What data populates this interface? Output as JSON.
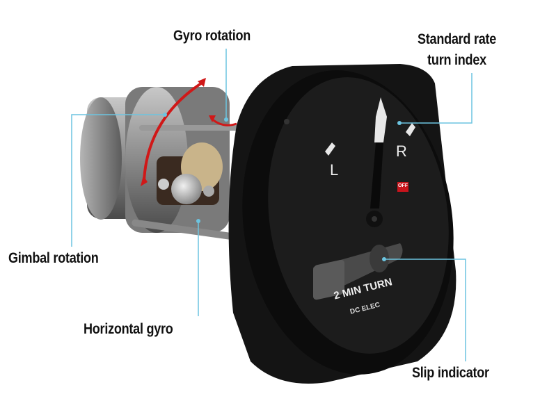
{
  "labels": {
    "gyro_rotation": "Gyro rotation",
    "standard_rate_line1": "Standard rate",
    "standard_rate_line2": "turn index",
    "gimbal_rotation": "Gimbal rotation",
    "horizontal_gyro": "Horizontal gyro",
    "slip_indicator": "Slip indicator"
  },
  "instrument_face": {
    "left_mark": "L",
    "right_mark": "R",
    "off_flag": "OFF",
    "title": "2 MIN TURN",
    "subtitle": "DC ELEC"
  },
  "colors": {
    "leader_line": "#6cc4e0",
    "arrow": "#d01818",
    "case": "#141414",
    "body": "#9a9a9a"
  }
}
